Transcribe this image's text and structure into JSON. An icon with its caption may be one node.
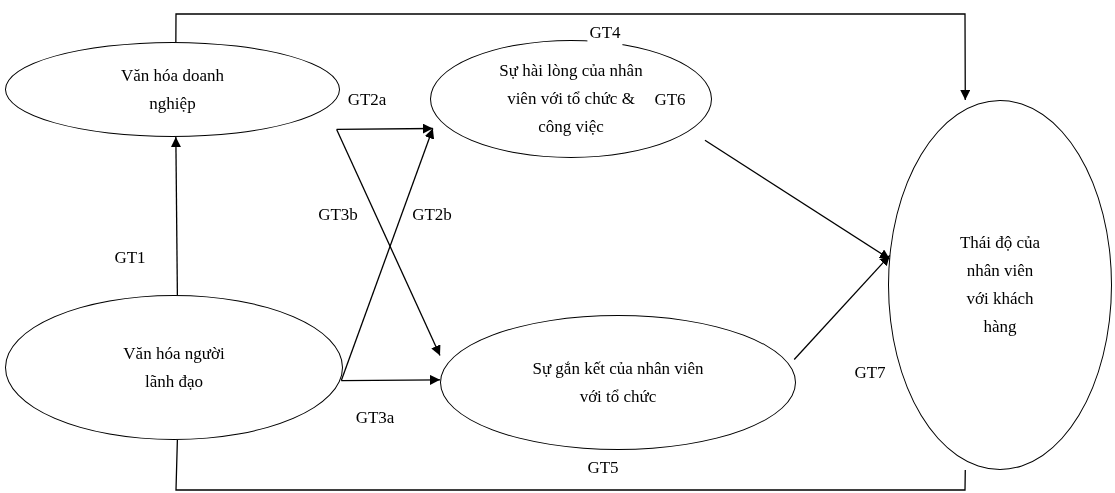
{
  "diagram": {
    "nodes": [
      {
        "text": [
          "Văn hóa doanh nghiệp"
        ]
      },
      {
        "text": [
          "Sự hài lòng của nhân viên với tổ chức & công việc"
        ]
      },
      {
        "text": [
          "Thái độ của nhân viên với khách hàng"
        ]
      },
      {
        "text": [
          "Văn hóa người lãnh đạo"
        ]
      },
      {
        "text": [
          "Sự gắn kết của nhân viên với tổ chức"
        ]
      }
    ],
    "edges": [
      {
        "from": 3,
        "to": 0,
        "arrow": "to",
        "label": "GT1"
      },
      {
        "from": 0,
        "to": 2,
        "arrow": "to",
        "label": "GT4"
      },
      {
        "from": 0,
        "to": 1,
        "arrow": "to",
        "label": "GT2a"
      },
      {
        "from": 0,
        "to": 4,
        "arrow": "to",
        "label": "GT3b"
      },
      {
        "from": 3,
        "to": 1,
        "arrow": "to",
        "label": "GT2b"
      },
      {
        "from": 3,
        "to": 4,
        "arrow": "to",
        "label": "GT3a"
      },
      {
        "from": 1,
        "to": 2,
        "arrow": "to",
        "label": "GT6"
      },
      {
        "from": 4,
        "to": 2,
        "arrow": "to",
        "label": "GT7"
      },
      {
        "from": 3,
        "to": 2,
        "arrow": "none",
        "label": "GT5"
      }
    ]
  }
}
